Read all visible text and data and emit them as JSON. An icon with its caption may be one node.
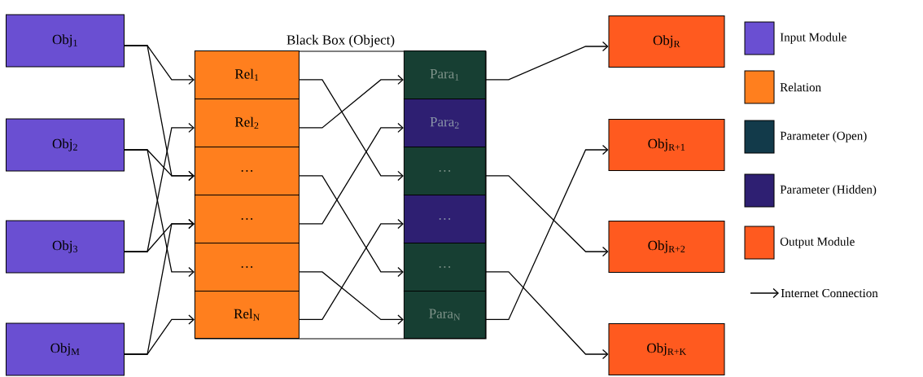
{
  "diagram": {
    "nodes": [
      {
        "text": [
          "Obj$_{1}$"
        ]
      },
      {
        "text": [
          "Obj$_{2}$"
        ]
      },
      {
        "text": [
          "Obj$_{3}$"
        ]
      },
      {
        "text": [
          "Obj$_{M}$"
        ]
      },
      {
        "text": [
          "Black Box (Object)"
        ]
      },
      {
        "text": [
          "Rel$_{1}$"
        ],
        "in": 4
      },
      {
        "text": [
          "Rel$_{2}$"
        ],
        "in": 4
      },
      {
        "text": [
          "…"
        ],
        "in": 4
      },
      {
        "text": [
          "…"
        ],
        "in": 4
      },
      {
        "text": [
          "…"
        ],
        "in": 4
      },
      {
        "text": [
          "Rel$_{N}$"
        ],
        "in": 4
      },
      {
        "text": [
          "Para$_{1}$"
        ],
        "in": 4
      },
      {
        "text": [
          "Para$_{2}$"
        ],
        "in": 4
      },
      {
        "text": [
          "…"
        ],
        "in": 4
      },
      {
        "text": [
          "…"
        ],
        "in": 4
      },
      {
        "text": [
          "…"
        ],
        "in": 4
      },
      {
        "text": [
          "Para$_{N}$"
        ],
        "in": 4
      },
      {
        "text": [
          "Obj$_{R}$"
        ]
      },
      {
        "text": [
          "Obj$_{R+1}$"
        ]
      },
      {
        "text": [
          "Obj$_{R+2}$"
        ]
      },
      {
        "text": [
          "Obj$_{R+K}$"
        ]
      }
    ],
    "edges": [
      {
        "from": 0,
        "to": 5,
        "arrow": "to"
      },
      {
        "from": 0,
        "to": 7,
        "arrow": "to"
      },
      {
        "from": 1,
        "to": 7,
        "arrow": "to"
      },
      {
        "from": 1,
        "to": 9,
        "arrow": "to"
      },
      {
        "from": 2,
        "to": 6,
        "arrow": "to"
      },
      {
        "from": 2,
        "to": 8,
        "arrow": "to"
      },
      {
        "from": 3,
        "to": 8,
        "arrow": "to"
      },
      {
        "from": 3,
        "to": 10,
        "arrow": "to"
      },
      {
        "from": 5,
        "to": 13,
        "arrow": "to"
      },
      {
        "from": 6,
        "to": 11,
        "arrow": "to"
      },
      {
        "from": 7,
        "to": 15,
        "arrow": "to"
      },
      {
        "from": 8,
        "to": 12,
        "arrow": "to"
      },
      {
        "from": 9,
        "to": 16,
        "arrow": "to"
      },
      {
        "from": 10,
        "to": 14,
        "arrow": "to"
      },
      {
        "from": 11,
        "to": 17,
        "arrow": "to"
      },
      {
        "from": 13,
        "to": 19,
        "arrow": "to"
      },
      {
        "from": 15,
        "to": 20,
        "arrow": "to"
      },
      {
        "from": 16,
        "to": 18,
        "arrow": "to"
      }
    ],
    "legend": [
      {
        "text": "Input Module",
        "color": "#6a4fd2"
      },
      {
        "text": "Relation",
        "color": "#ff7f1e"
      },
      {
        "text": "Parameter (Open)",
        "color": "#123a4a"
      },
      {
        "text": "Parameter (Hidden)",
        "color": "#2e1f72"
      },
      {
        "text": "Output Module",
        "color": "#ff5a1f"
      },
      {
        "text": "Internet Connection"
      }
    ]
  }
}
